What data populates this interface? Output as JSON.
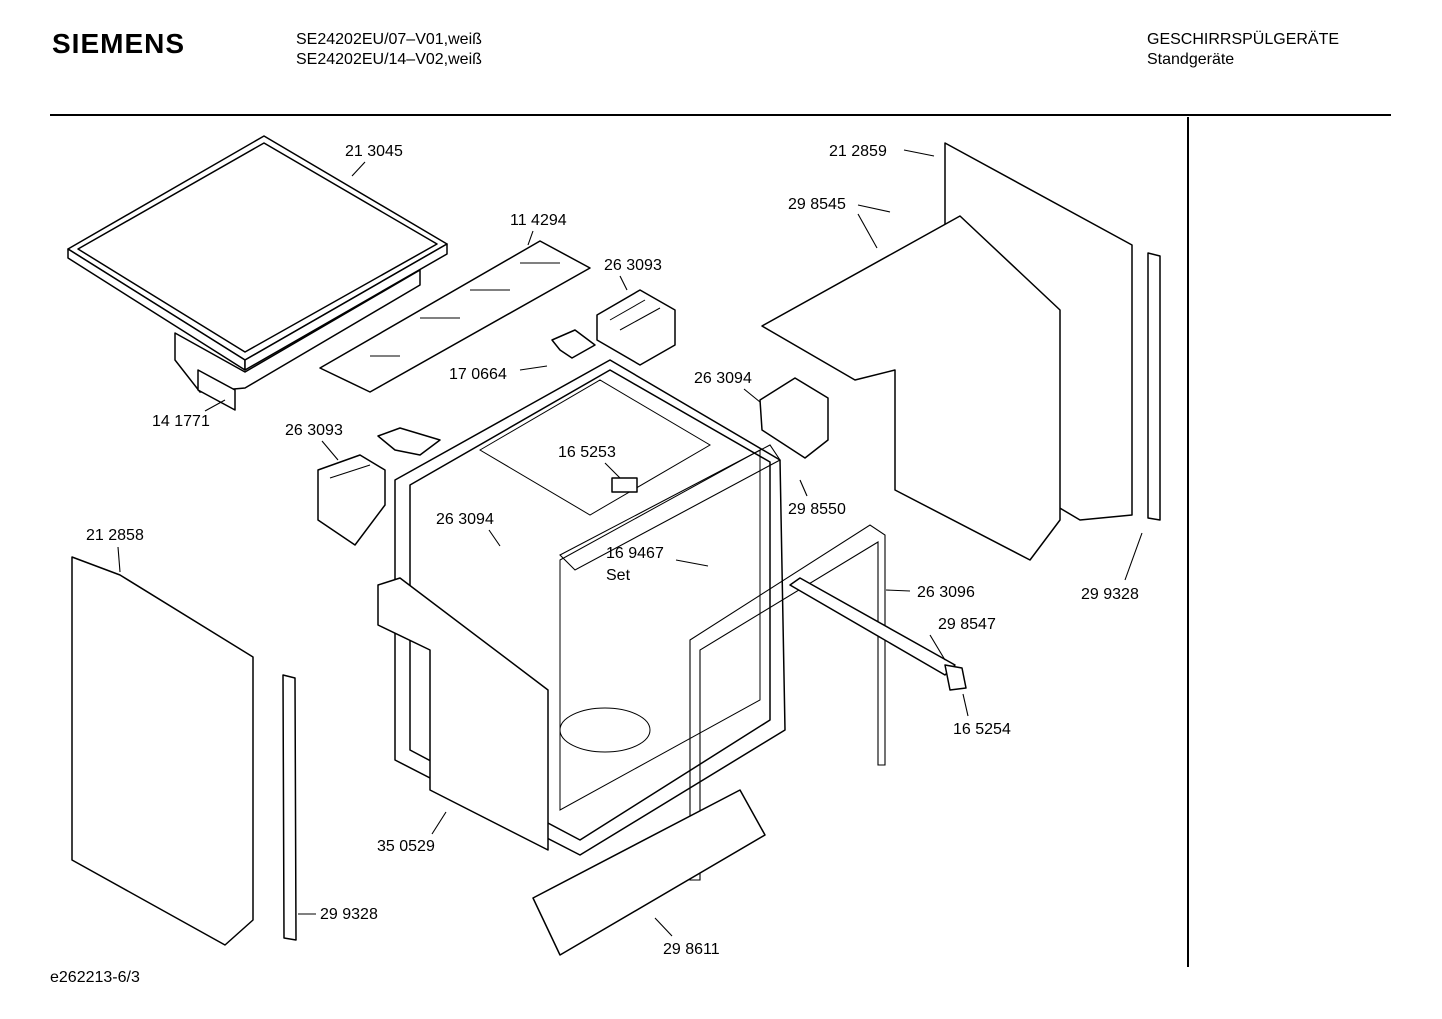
{
  "header": {
    "brand": "SIEMENS",
    "model_lines": [
      "SE24202EU/07–V01,weiß",
      "SE24202EU/14–V02,weiß"
    ],
    "category_lines": [
      "GESCHIRRSPÜLGERÄTE",
      "Standgeräte"
    ]
  },
  "footer": {
    "doc_id": "e262213-6/3"
  },
  "part_labels": [
    "21 3045",
    "11 4294",
    "26 3093",
    "17 0664",
    "14 1771",
    "26 3093",
    "16 5253",
    "26 3094",
    "26 3094",
    "21 2859",
    "29 8545",
    "29 8550",
    "16 9467",
    "Set",
    "26 3096",
    "29 9328",
    "21 2858",
    "29 8547",
    "16 5254",
    "35 0529",
    "29 9328",
    "29 8611"
  ]
}
